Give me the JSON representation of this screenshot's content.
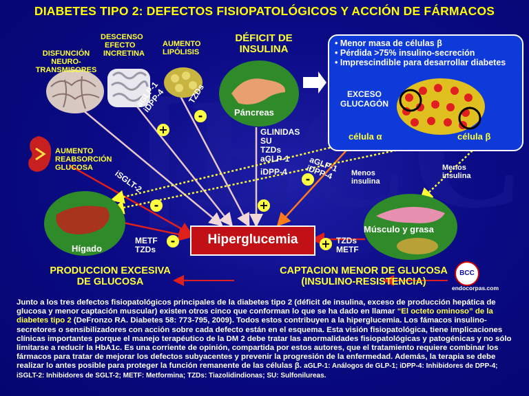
{
  "title": "DIABETES TIPO 2: DEFECTOS FISIOPATOLÓGICOS Y ACCIÓN DE FÁRMACOS",
  "labels": {
    "disfuncion": [
      "DISFUNCIÓN",
      "NEURO-",
      "TRANSMISORES"
    ],
    "descenso": [
      "DESCENSO",
      "EFECTO",
      "INCRETINA"
    ],
    "aumento_lipolisis": [
      "AUMENTO",
      "LIPÓLISIS"
    ],
    "deficit": [
      "DÉFICIT DE",
      "INSULINA"
    ],
    "pancreas": "Páncreas",
    "aumento_reabsorcion": [
      "AUMENTO",
      "REABSORCIÓN",
      "GLUCOSA"
    ],
    "higado": "Hígado",
    "musculo": "Músculo y grasa",
    "hiperglucemia": "Hiperglucemia",
    "produccion": [
      "PRODUCCION EXCESIVA",
      "DE GLUCOSA"
    ],
    "captacion": [
      "CAPTACION MENOR DE GLUCOSA",
      "(INSULINO-RESISTENCIA)"
    ],
    "menos_insulina_1": [
      "Menos",
      "insulina"
    ],
    "menos_insulina_2": [
      "Menos",
      "insulina"
    ],
    "exceso_glucagon": [
      "EXCESO",
      "GLUCAGÓN"
    ],
    "celula_alfa": "célula α",
    "celula_beta": "célula β",
    "endocorpas": "endocorpas.com",
    "bcc": "BCC"
  },
  "islet_bullets": [
    "Menor masa de células β",
    "Pérdida >75% insulino-secreción",
    "Imprescindible para desarrollar diabetes"
  ],
  "drugs": {
    "aglp_idpp": [
      "aGLP-1",
      "iDPP-4"
    ],
    "tzds_top": "TZDs",
    "isglt2": "iSGLT-2",
    "glinidas": [
      "GLINIDAS",
      "SU",
      "TZDs",
      "aGLP-1",
      "iDPP-4"
    ],
    "aglp_idpp_right": [
      "aGLP-1",
      "iDPP-4"
    ],
    "metf_tzds": [
      "METF",
      "TZDs"
    ],
    "tzds_metf": [
      "TZDs",
      "METF"
    ]
  },
  "signs": {
    "plus": "+",
    "minus": "-"
  },
  "bottom": {
    "p1": "Junto a los tres defectos fisiopatológicos principales de la diabetes tipo 2 (déficit de insulina, exceso de producción hepática de glucosa y menor captación muscular) existen otros cinco que conforman lo que se ha dado en llamar ",
    "quote": "“El octeto ominoso” de la diabetes tipo 2",
    "p2": " (DeFronzo RA. Diabetes 58: 773-795, 2009). Todos estos contribuyen a la hiperglucemia. Los fámacos insulino-secretores o sensibilizadores con acción sobre cada defecto están en el esquema. Esta visión fisiopatológica, tiene implicaciones clínicas importantes porque el manejo terapéutico de la DM 2 debe tratar las anormalidades fisiopatológicas y patogénicas y no sólo limitarse a reducir la HbA1c. Es una corriente de opinión, compartida por estos autores, que el tratamiento requiere combinar los fármacos para tratar de mejorar los defectos subyacentes y prevenir la progresión de la enfermedad. Además, la terapia se debe realizar lo antes posible para proteger la función remanente de las células β. ",
    "abbrev": "aGLP-1: Análogos de GLP-1; iDPP-4: Inhibidores de DPP-4; iSGLT-2: Inhibidores de SGLT-2; METF: Metformina; TZDs: Tiazolidindionas; SU: Sulfonilureas."
  },
  "colors": {
    "background": "#0b0b86",
    "title": "#ffff00",
    "box": "#c11016",
    "islet": "#0d3ad8",
    "green": "#2f8a2a"
  }
}
